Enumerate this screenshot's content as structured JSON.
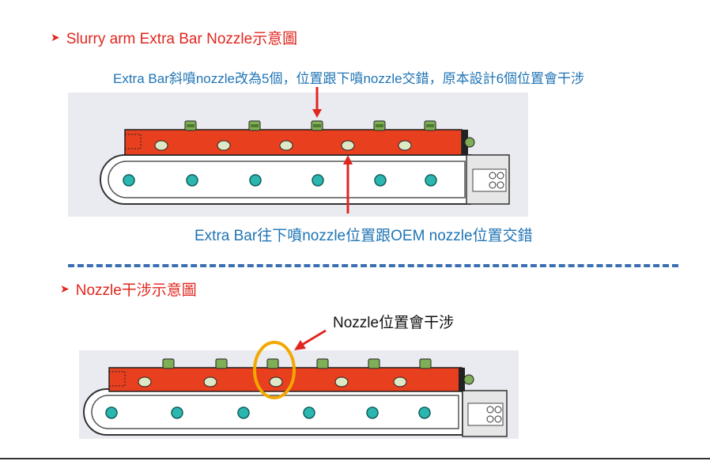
{
  "section1": {
    "title": "Slurry arm Extra Bar Nozzle示意圖",
    "top_note": "Extra Bar斜噴nozzle改為5個，位置跟下噴nozzle交錯，原本設計6個位置會干涉",
    "bottom_note": "Extra Bar往下噴nozzle位置跟OEM nozzle位置交錯"
  },
  "section2": {
    "title": "Nozzle干涉示意圖",
    "callout": "Nozzle位置會干涉"
  },
  "colors": {
    "title_red": "#e0261f",
    "note_blue": "#1f74b5",
    "bar_red": "#e8401f",
    "nozzle_green": "#7fae56",
    "nozzle_cyan": "#2bb6b0",
    "highlight_orange": "#f2a800",
    "divider_blue": "#3b6fb3"
  },
  "icons": {
    "bullet": "arrowhead-bullet-icon",
    "arrow": "red-pointer-arrow-icon"
  }
}
